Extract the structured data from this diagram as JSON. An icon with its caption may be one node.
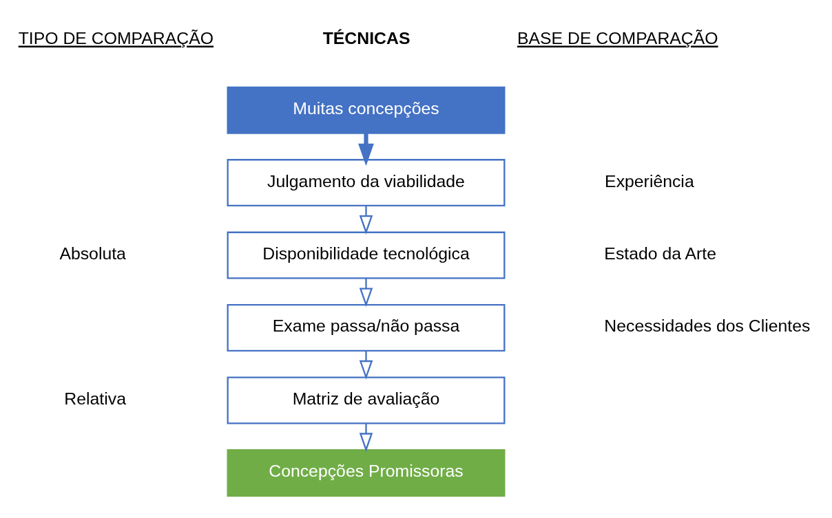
{
  "diagram": {
    "nodes": [
      {
        "text": [
          "Muitas concepções"
        ]
      },
      {
        "text": [
          "Julgamento da viabilidade"
        ]
      },
      {
        "text": [
          "Disponibilidade tecnológica"
        ]
      },
      {
        "text": [
          "Exame passa/não passa"
        ]
      },
      {
        "text": [
          "Matriz de avaliação"
        ]
      },
      {
        "text": [
          "Concepções Promissoras"
        ]
      }
    ],
    "edges": [
      {
        "from": 0,
        "to": 1,
        "arrow": "to",
        "style": "thick"
      },
      {
        "from": 1,
        "to": 2,
        "arrow": "to"
      },
      {
        "from": 2,
        "to": 3,
        "arrow": "to"
      },
      {
        "from": 3,
        "to": 4,
        "arrow": "to"
      },
      {
        "from": 4,
        "to": 5,
        "arrow": "to"
      }
    ],
    "labels": [
      "TIPO DE COMPARAÇÃO",
      "TÉCNICAS",
      "BASE DE COMPARAÇÃO",
      "Experiência",
      "Absoluta",
      "Estado da Arte",
      "Necessidades dos Clientes",
      "Relativa"
    ]
  }
}
